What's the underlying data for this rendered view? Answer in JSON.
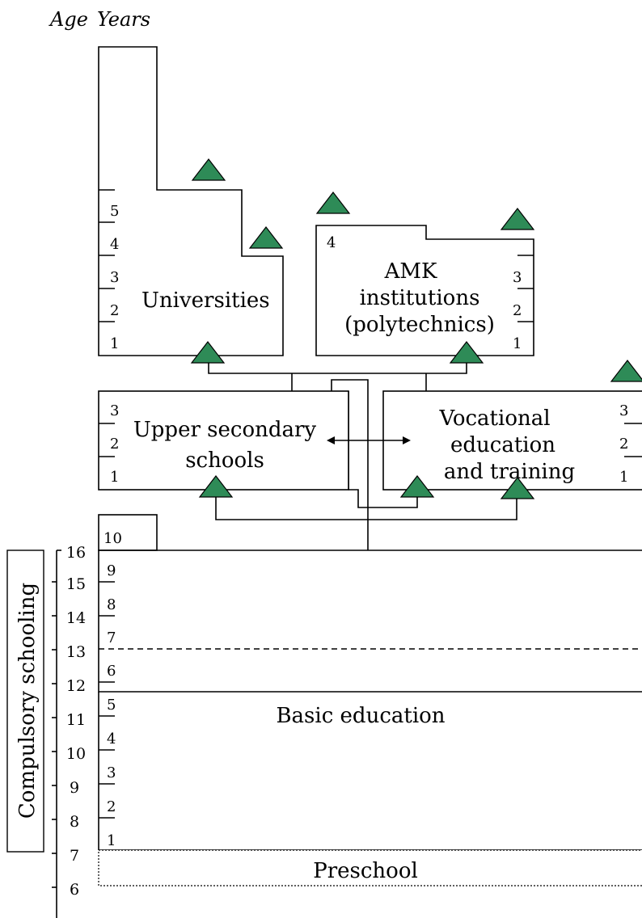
{
  "header": {
    "age": "Age",
    "years": "Years"
  },
  "compulsory_label": "Compulsory schooling",
  "boxes": {
    "universities": {
      "label": "Universities",
      "years": [
        "1",
        "2",
        "3",
        "4",
        "5"
      ]
    },
    "amk": {
      "lines": [
        "AMK",
        "institutions",
        "(polytechnics)"
      ],
      "years": [
        "1",
        "2",
        "3"
      ],
      "extra_year": "4"
    },
    "upper_secondary": {
      "lines": [
        "Upper secondary",
        "schools"
      ],
      "years": [
        "1",
        "2",
        "3"
      ]
    },
    "vocational": {
      "lines": [
        "Vocational",
        "education",
        "and training"
      ],
      "years": [
        "1",
        "2",
        "3"
      ]
    },
    "tenth_grade": {
      "label": "10"
    },
    "basic_education": {
      "label": "Basic education",
      "grades": [
        "1",
        "2",
        "3",
        "4",
        "5",
        "6",
        "7",
        "8",
        "9"
      ]
    },
    "preschool": {
      "label": "Preschool"
    }
  },
  "age_ticks": [
    "6",
    "7",
    "8",
    "9",
    "10",
    "11",
    "12",
    "13",
    "14",
    "15",
    "16"
  ],
  "colors": {
    "triangle": "#2e8b57",
    "line": "#000000"
  }
}
